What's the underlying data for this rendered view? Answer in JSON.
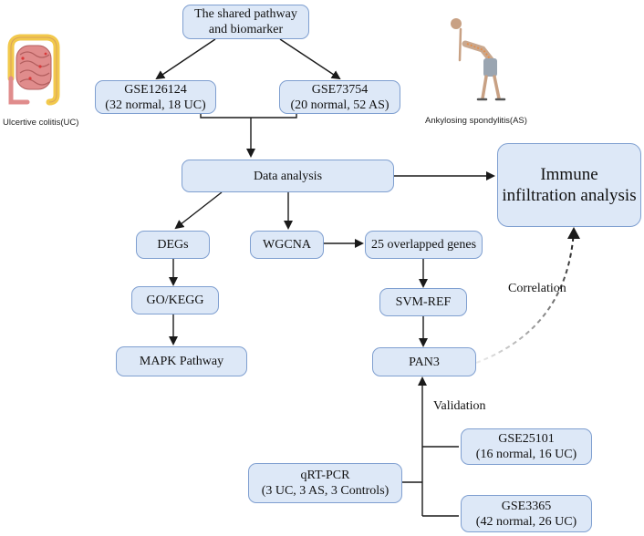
{
  "nodes": {
    "shared": "The shared pathway\nand biomarker",
    "gse126124": "GSE126124\n(32 normal, 18 UC)",
    "gse73754": "GSE73754\n(20 normal, 52 AS)",
    "data_analysis": "Data analysis",
    "immune": "Immune\ninfiltration analysis",
    "degs": "DEGs",
    "wgcna": "WGCNA",
    "overlap": "25 overlapped genes",
    "gokegg": "GO/KEGG",
    "svm": "SVM-REF",
    "mapk": "MAPK Pathway",
    "pan3": "PAN3",
    "gse25101": "GSE25101\n(16 normal, 16 UC)",
    "qrtpcr": "qRT-PCR\n(3 UC, 3 AS, 3 Controls)",
    "gse3365": "GSE3365\n(42 normal, 26 UC)"
  },
  "labels": {
    "correlation": "Correlation",
    "validation": "Validation"
  },
  "captions": {
    "uc": "Ulcertive colitis(UC)",
    "as": "Ankylosing spondylitis(AS)"
  },
  "colors": {
    "node_fill": "#dde8f7",
    "node_border": "#7f9fd0",
    "arrow": "#1a1a1a"
  },
  "icons": [
    "intestine-icon",
    "bent-person-icon"
  ]
}
